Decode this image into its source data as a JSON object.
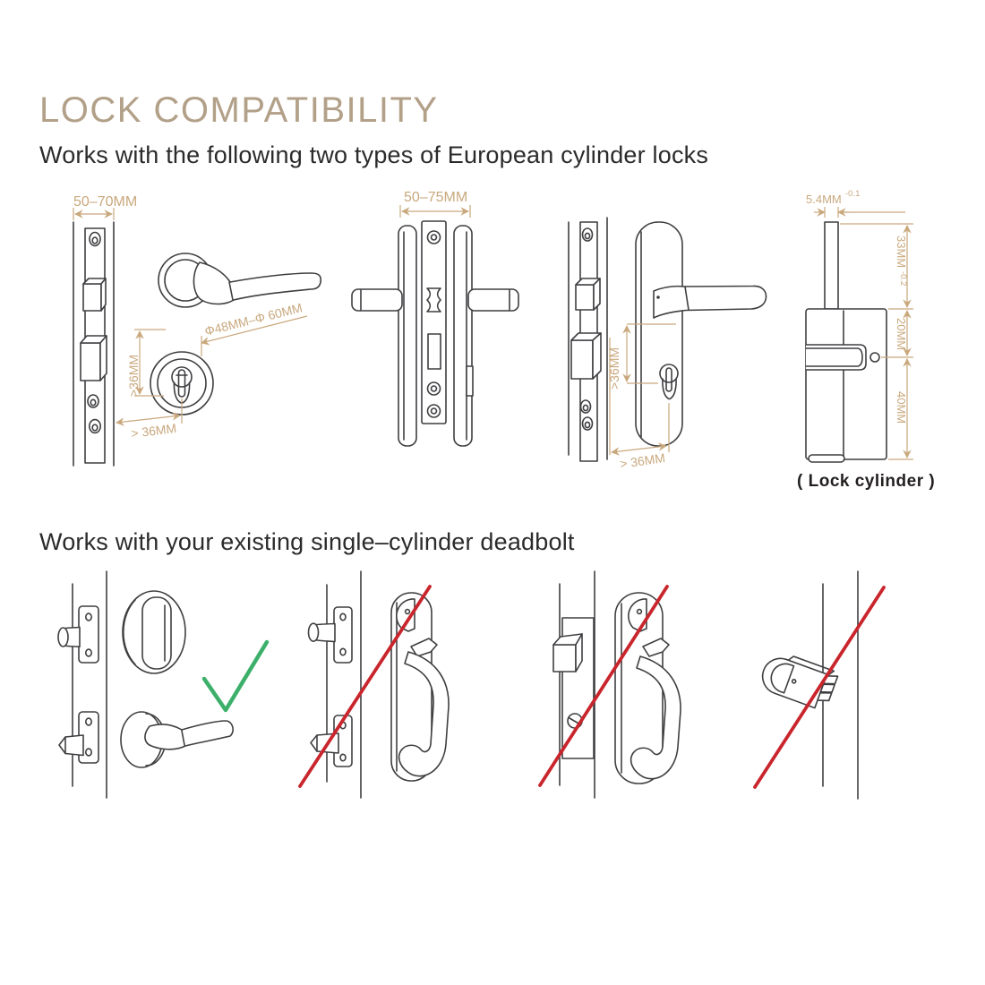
{
  "title": "LOCK COMPATIBILITY",
  "sections": [
    {
      "heading": "Works with the following two types of European cylinder locks",
      "figures": {
        "rose_lever_lock": {
          "dim_width": "50–70MM",
          "dim_center": ">36MM",
          "dim_diameter": "Φ48MM–Φ 60MM",
          "dim_backset": "> 36MM"
        },
        "side_view_lock": {
          "dim_width": "50–75MM"
        },
        "plate_handle_lock": {
          "dim_center": ">36MM",
          "dim_backset": "> 36MM"
        },
        "lock_cylinder": {
          "dim_cam_width": "5.4MM",
          "dim_cam_width_tol": "-0.1",
          "dim_length": "33MM",
          "dim_length_tol": "-0.2",
          "dim_upper": "20MM",
          "dim_lower": "40MM",
          "caption": "( Lock cylinder )"
        }
      }
    },
    {
      "heading": "Works with your existing single–cylinder deadbolt",
      "figures": {
        "deadbolt_thumbturn_lever": {
          "mark": "check"
        },
        "sliding_hook_handle_a": {
          "mark": "cross"
        },
        "sliding_hook_handle_b": {
          "mark": "cross"
        },
        "rim_latch": {
          "mark": "cross"
        }
      }
    }
  ],
  "colors": {
    "title": "#b2a088",
    "dimension_lines": "#c9a87d",
    "line_art": "#3f3f42",
    "check": "#3cb06a",
    "cross": "#c9252c"
  }
}
